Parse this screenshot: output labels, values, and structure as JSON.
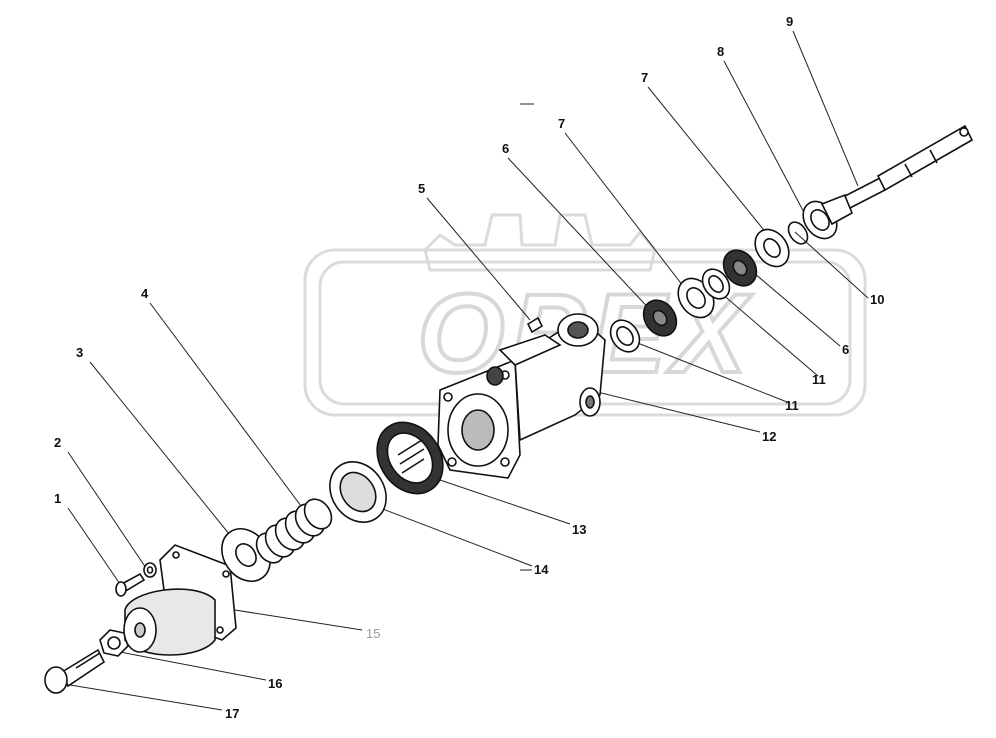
{
  "watermark": {
    "text": "OPEX",
    "color": "#d9d9d9"
  },
  "colors": {
    "ink": "#111111",
    "label_muted": "#9a9a9a",
    "background": "#ffffff"
  },
  "labels": {
    "p1": "1",
    "p2": "2",
    "p3": "3",
    "p4": "4",
    "p5": "5",
    "p6a": "6",
    "p6b": "6",
    "p7a": "7",
    "p7b": "7",
    "p8": "8",
    "p9": "9",
    "p10": "10",
    "p11a": "11",
    "p11b": "11",
    "p12": "12",
    "p13": "13",
    "p14": "14",
    "p15": "15",
    "p16": "16",
    "p17": "17"
  }
}
